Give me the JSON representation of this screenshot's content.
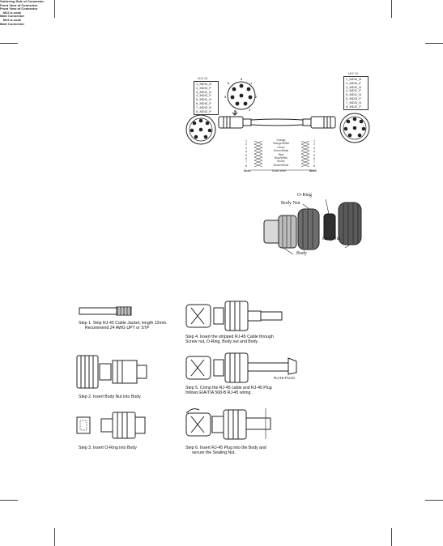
{
  "pin_table_left": {
    "header": "M12 2A",
    "rows": [
      "1_MDI0_N",
      "2_MDI0_P",
      "3_MDI1_N",
      "4_MDI2_P",
      "5_MDI1_N",
      "6_MDI3_P",
      "7_MDI3_N",
      "8_MDI2_P"
    ]
  },
  "pin_table_right": {
    "header": "M12 2A",
    "rows": [
      "1_MDI0_N",
      "2_MDI0_P",
      "3_MDI2_N",
      "4_MDI1_P",
      "5_MDI1_N",
      "6_MDI3_P",
      "7_MDI3_N",
      "8_MDI2_P"
    ]
  },
  "wiring": {
    "soldering_side": "Soldering Side of Connector",
    "front_view_left": "Front View of Connector",
    "front_view_right": "Front View of Connector",
    "m12_left": "M12 A-code Male Connector",
    "m12_right": "M12 A-code Male Connector",
    "wire_colors": [
      "Orange",
      "Orange/White",
      "Green",
      "Green/White",
      "Blue",
      "Blue/White",
      "Brown",
      "Brown/White"
    ],
    "pin_numbers": [
      "1",
      "2",
      "3",
      "4",
      "5",
      "6",
      "7",
      "8"
    ],
    "shell_left": "Shell",
    "drain_wire": "Drain Wire",
    "shell_right": "Shell"
  },
  "assembly": {
    "o_ring": "O-Ring",
    "body_nut": "Body Nut",
    "ring_nut": "Ring Nut",
    "body": "Body"
  },
  "steps": {
    "step1": [
      "Step 1. Strip RJ-45 Cable Jacket, length 12mm.",
      "Recommend 24 AWG UPT or STP"
    ],
    "step2": [
      "Step 2. Insert Body Nut into Body"
    ],
    "step3": [
      "Step 3. Insert O-Ring into Body"
    ],
    "step4": [
      "Step 4. Insert the stripped RJ-45 Cable through",
      "Screw nut, O-Ring, Body nut and Body."
    ],
    "step5": [
      "Step 5. Crimp the RJ-45 cable and RJ-45 Plug",
      "follows EIA/TIA 568-B RJ-45 wiring."
    ],
    "step5_plug": "RJ-45  PLUG",
    "step6": [
      "Step 6. Insert RJ-45 Plug into the Body and",
      "secure the Sealing Nut."
    ]
  }
}
